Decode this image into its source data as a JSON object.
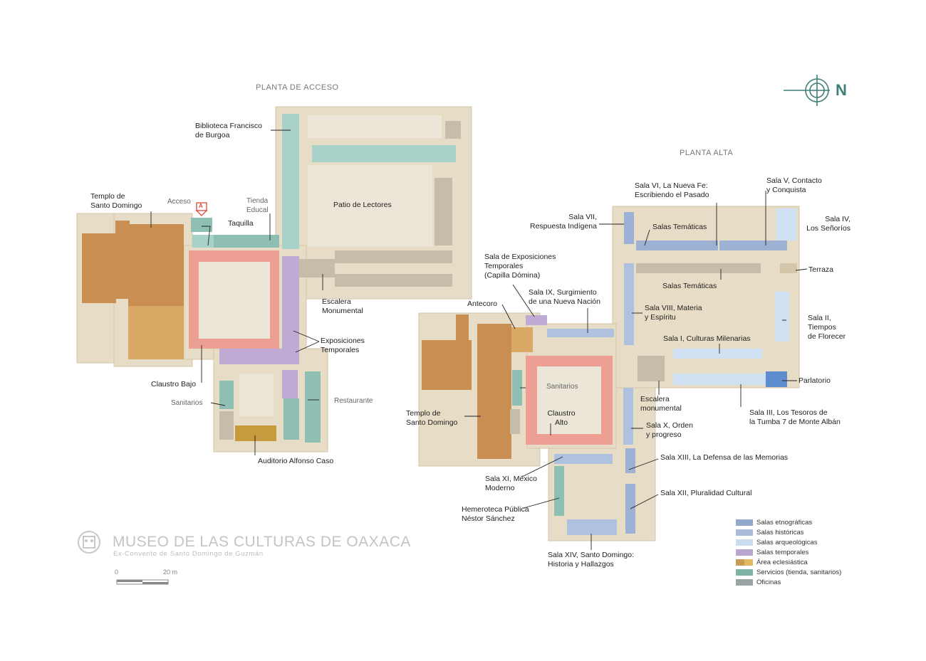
{
  "museum": {
    "name": "MUSEO DE LAS CULTURAS DE OAXACA",
    "subtitle": "Ex-Convento de Santo Domingo de Guzmán",
    "logo_icon": "mask-glyph-icon"
  },
  "compass": {
    "north_letter": "N",
    "icon": "compass-icon",
    "color": "#3f7f78"
  },
  "scale": {
    "start": "0",
    "end": "20 m"
  },
  "plans": {
    "ground": {
      "title": "PLANTA DE ACCESO",
      "labels": {
        "biblioteca": "Biblioteca Francisco\nde Burgoa",
        "templo": "Templo de\nSanto Domingo",
        "acceso": "Acceso",
        "acceso_marker": "A",
        "tienda": "Tienda\nEducal",
        "taquilla": "Taquilla",
        "patio": "Patio de Lectores",
        "escalera": "Escalera\nMonumental",
        "exposiciones": "Exposiciones\nTemporales",
        "claustro": "Claustro Bajo",
        "sanitarios": "Sanitarios",
        "restaurante": "Restaurante",
        "auditorio": "Auditorio Alfonso Caso"
      }
    },
    "upper": {
      "title": "PLANTA ALTA",
      "labels": {
        "sala6": "Sala VI, La Nueva Fe:\nEscribiendo el Pasado",
        "sala5": "Sala V, Contacto\ny Conquista",
        "sala4": "Sala IV,\nLos Señoríos",
        "sala7": "Sala VII,\nRespuesta Indígena",
        "tematicas1": "Salas Temáticas",
        "tematicas2": "Salas Temáticas",
        "terraza": "Terraza",
        "capilla": "Sala de Exposiciones\nTemporales\n(Capilla Dómina)",
        "sala9": "Sala IX, Surgimiento\nde una Nueva Nación",
        "antecoro": "Antecoro",
        "sala8": "Sala VIII, Materia\ny Espíritu",
        "sala2": "Sala II,\nTiempos\nde Florecer",
        "sala1": "Sala I, Culturas Milenarias",
        "parlatorio": "Parlatorio",
        "sanitarios": "Sanitarios",
        "escalera": "Escalera\nmonumental",
        "templo": "Templo de\nSanto Domingo",
        "claustro": "Claustro\nAlto",
        "sala3": "Sala III, Los Tesoros de\nla Tumba 7 de Monte Albán",
        "sala10": "Sala X, Orden\ny progreso",
        "sala13": "Sala XIII, La Defensa de las Memorias",
        "sala11": "Sala XI, México\nModerno",
        "sala12": "Sala XII, Pluralidad Cultural",
        "hemeroteca": "Hemeroteca Pública\nNéstor Sánchez",
        "sala14": "Sala XIV, Santo Domingo:\nHistoria y Hallazgos"
      }
    }
  },
  "legend": [
    {
      "label": "Salas etnográficas",
      "color": "#93a9cc"
    },
    {
      "label": "Salas históricas",
      "color": "#a9bcd9"
    },
    {
      "label": "Salas arqueológicas",
      "color": "#cbdcef"
    },
    {
      "label": "Salas temporales",
      "color": "#b9a6d0"
    },
    {
      "label": "Área eclesiástica",
      "color": "#c99a52",
      "color2": "#e2b860"
    },
    {
      "label": "Servicios (tienda, sanitarios)",
      "color": "#7fb3a6"
    },
    {
      "label": "Oficinas",
      "color": "#9aa3a3"
    }
  ],
  "colors": {
    "wall": "#e7dcc5",
    "wall_edge": "#d3c6aa",
    "office": "#c5bcaa",
    "patio": "#ece6d8",
    "ecclesiastic": "#c98f52",
    "ecclesiastic_light": "#d9a865",
    "services": "#8fbfb3",
    "services_light": "#a8d1c9",
    "temporary": "#bfaad3",
    "cloister": "#ec9f92",
    "archaeo": "#cfe0f2",
    "historic": "#aec1de",
    "ethno": "#9db1d5",
    "parlatorio": "#5f8ed0",
    "auditorio": "#c69b3e",
    "marker": "#e2483a"
  }
}
